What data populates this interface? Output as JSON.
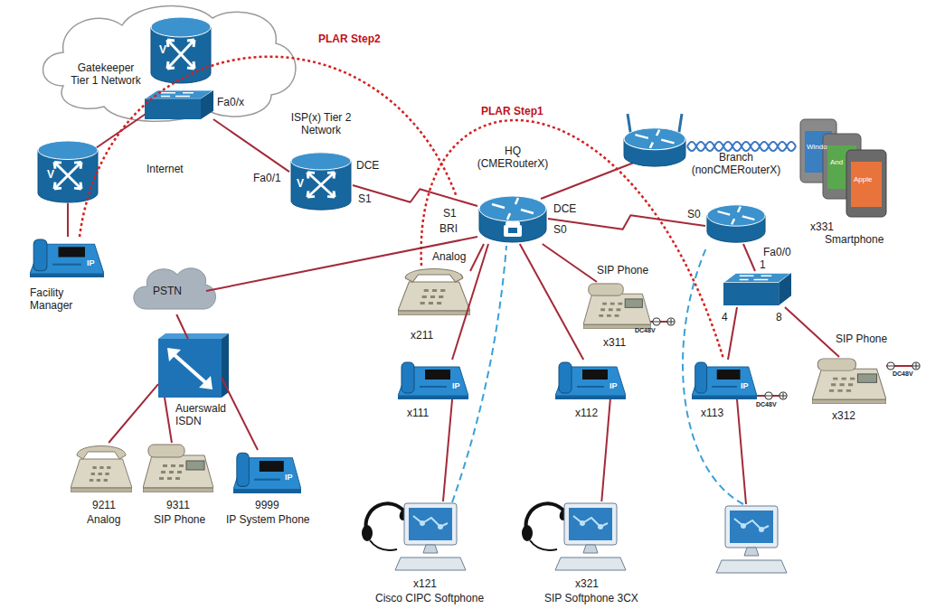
{
  "diagram": {
    "nodes": [
      {
        "text": [
          "Gatekeeper Tier 1 Network"
        ]
      },
      {
        "text": [
          "ISP(x) Tier 2 Network"
        ]
      },
      {
        "text": [
          "Facility Manager"
        ]
      },
      {
        "text": [
          "HQ (CMERouterX)"
        ]
      },
      {
        "text": [
          "PSTN"
        ]
      },
      {
        "text": [
          "Auerswald ISDN"
        ]
      },
      {
        "text": [
          "x211"
        ]
      },
      {
        "text": [
          "x111"
        ]
      },
      {
        "text": [
          "x112"
        ]
      },
      {
        "text": [
          "SIP Phone",
          "x311"
        ]
      },
      {
        "text": [
          "Branch (nonCMERouterX)"
        ]
      },
      {
        "text": [
          "x331",
          "Smartphone"
        ]
      },
      {
        "text": [
          "x113"
        ]
      },
      {
        "text": [
          "SIP Phone",
          "x312"
        ]
      },
      {
        "text": [
          "x121",
          "Cisco CIPC Softphone"
        ]
      },
      {
        "text": [
          "x321",
          "SIP Softphone 3CX"
        ]
      },
      {
        "text": [
          "9211",
          "Analog"
        ]
      },
      {
        "text": [
          "9311",
          "SIP Phone"
        ]
      },
      {
        "text": [
          "9999",
          "IP System Phone"
        ]
      }
    ],
    "edges": [
      {
        "from": 0,
        "to": 1,
        "arrow": "none"
      },
      {
        "from": 1,
        "to": 3,
        "arrow": "none"
      },
      {
        "from": 3,
        "to": 10,
        "arrow": "none"
      },
      {
        "from": 3,
        "to": 4,
        "arrow": "none"
      },
      {
        "from": 3,
        "to": 6,
        "arrow": "none"
      },
      {
        "from": 3,
        "to": 7,
        "arrow": "none"
      },
      {
        "from": 3,
        "to": 8,
        "arrow": "none"
      },
      {
        "from": 3,
        "to": 9,
        "arrow": "none"
      },
      {
        "from": 4,
        "to": 5,
        "arrow": "none"
      },
      {
        "from": 5,
        "to": 16,
        "arrow": "none"
      },
      {
        "from": 5,
        "to": 17,
        "arrow": "none"
      },
      {
        "from": 5,
        "to": 18,
        "arrow": "none"
      },
      {
        "from": 7,
        "to": 14,
        "arrow": "none"
      },
      {
        "from": 8,
        "to": 15,
        "arrow": "none"
      }
    ],
    "labels": [
      "PLAR Step2",
      "PLAR Step1",
      "Fa0/x",
      "Internet",
      "Fa0/1",
      "DCE",
      "S1",
      "S1",
      "BRI",
      "Analog",
      "DCE",
      "S0",
      "S0",
      "Fa0/0",
      "1",
      "4",
      "8",
      "DC48V",
      "DC48V",
      "DC48V",
      "Windo",
      "And",
      "Apple",
      "V",
      "V",
      "V",
      "IP",
      "IP",
      "IP",
      "IP",
      "IP"
    ]
  }
}
